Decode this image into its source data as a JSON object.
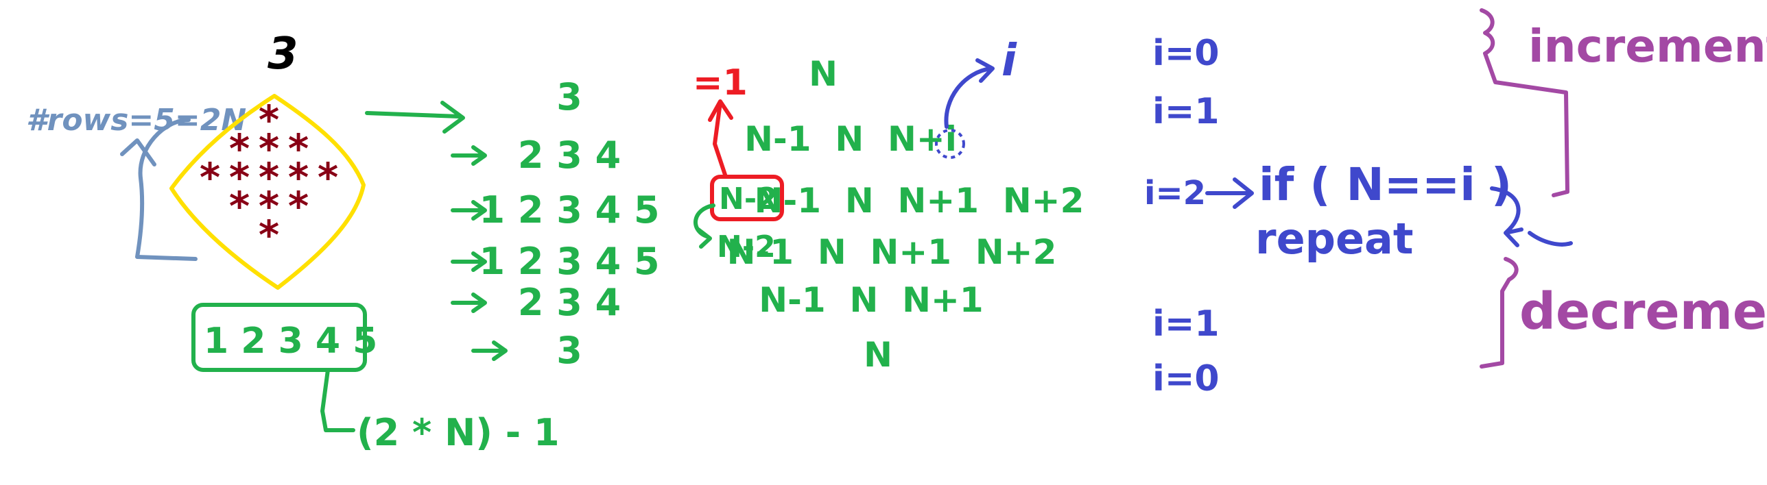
{
  "colors": {
    "green": "#22b14c",
    "blue": "#3f48cc",
    "grayblue": "#7092be",
    "red": "#ed1c24",
    "purple": "#a349a4",
    "yellow": "#ffe000",
    "star": "#880015"
  },
  "diamond": {
    "n_label": "3",
    "rows_note": "#rows=5=2N",
    "star_rows": [
      1,
      3,
      5,
      3,
      1
    ],
    "star_glyph": "*"
  },
  "box_sequence": "1 2 3 4 5",
  "formula": "(2 * N) - 1",
  "number_pyramid": [
    "3",
    "2 3 4",
    "1 2 3 4 5",
    "1 2 3 4 5",
    "2 3 4",
    "3"
  ],
  "n_pyramid": {
    "rows": [
      "N",
      "N-1  N  N+i",
      "N-1  N  N+1  N+2",
      "N-1  N  N+1  N+2",
      "N-1  N  N+1",
      "N"
    ],
    "row3_boxed": "N-2",
    "row4_first": "N-2",
    "red_note": "=1",
    "blue_note": "i"
  },
  "loop": {
    "lines": [
      "i=0",
      "i=1",
      "i=2",
      "i=1",
      "i=0"
    ],
    "condition": "if ( N==i )",
    "repeat": "repeat",
    "increment": "increment",
    "decrement": "decrement"
  }
}
